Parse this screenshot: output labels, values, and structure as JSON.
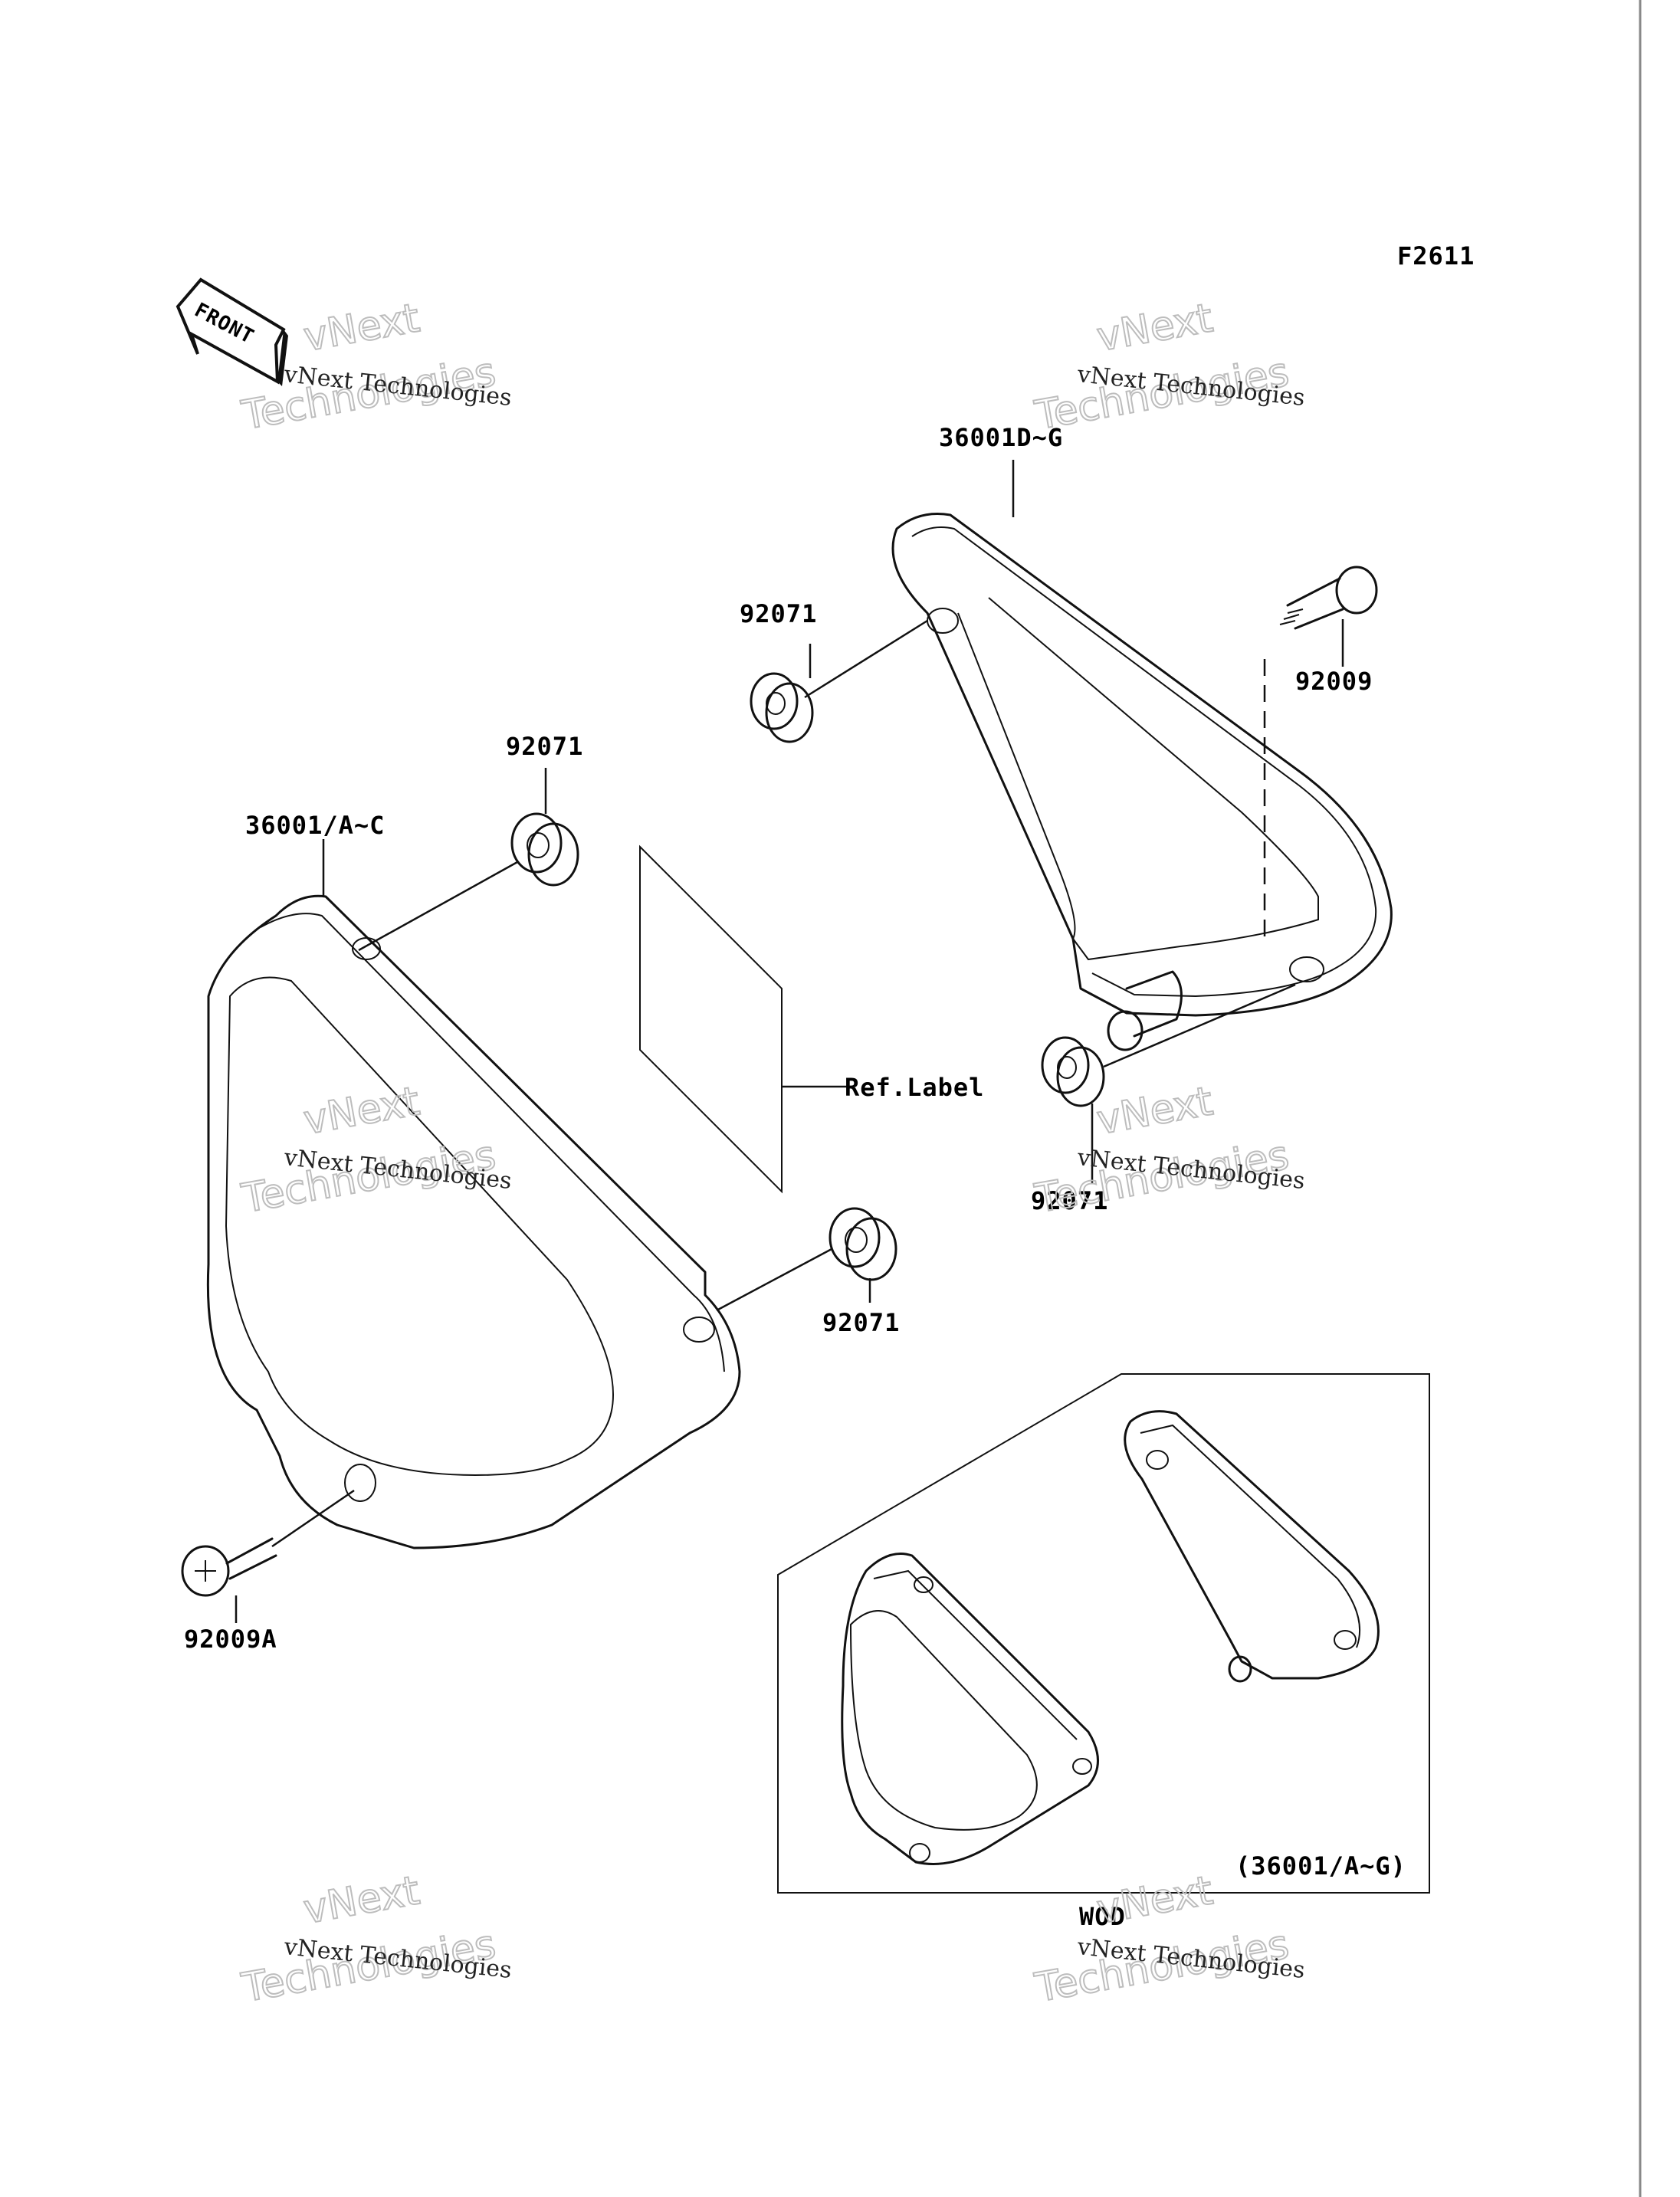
{
  "figure_code": "F2611",
  "front_arrow_label": "FRONT",
  "labels": {
    "cover_right_part": "36001D~G",
    "cover_left_part": "36001/A~C",
    "grommet_1": "92071",
    "grommet_2": "92071",
    "grommet_3": "92071",
    "grommet_4": "92071",
    "bolt_right": "92009",
    "bolt_left": "92009A",
    "ref_label": "Ref.Label",
    "inset_caption": "(36001/A~G)",
    "inset_note": "WOD"
  },
  "watermark": {
    "line1": "vNext Technologies",
    "line2": "Technologies",
    "line3": "vNext"
  },
  "colors": {
    "ink": "#111111",
    "watermark": "#bdbdbd",
    "frame": "#888888"
  }
}
